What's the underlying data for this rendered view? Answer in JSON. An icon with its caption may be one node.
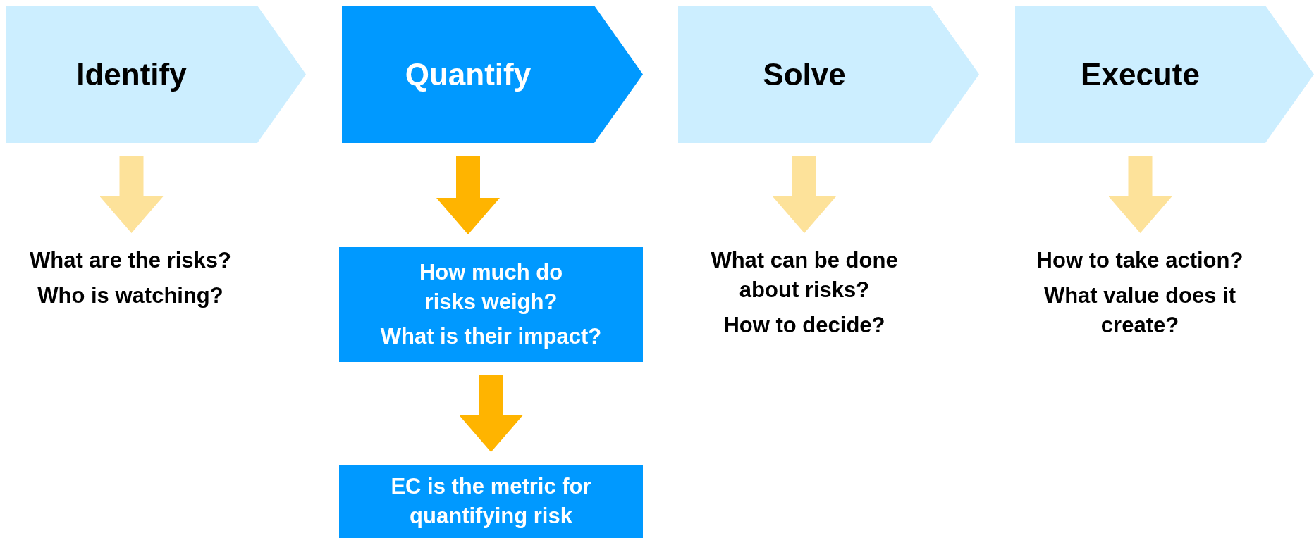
{
  "diagram": {
    "nodes": [
      {
        "text": [
          "Identify"
        ]
      },
      {
        "text": [
          "Quantify"
        ]
      },
      {
        "text": [
          "Solve"
        ]
      },
      {
        "text": [
          "Execute"
        ]
      },
      {
        "text": [
          "What are the risks?",
          "Who is watching?"
        ]
      },
      {
        "text": [
          "How much do risks weigh?",
          "What is their impact?"
        ]
      },
      {
        "text": [
          "What can be done about risks?",
          "How to decide?"
        ]
      },
      {
        "text": [
          "How to take action?",
          "What value does it create?"
        ]
      },
      {
        "text": [
          "EC is the metric for quantifying risk"
        ]
      }
    ],
    "edges": [
      {
        "from": 0,
        "to": 4,
        "arrow": "to"
      },
      {
        "from": 1,
        "to": 5,
        "arrow": "to",
        "color": "#ffb400"
      },
      {
        "from": 5,
        "to": 8,
        "arrow": "to",
        "color": "#ffb400"
      },
      {
        "from": 2,
        "to": 6,
        "arrow": "to"
      },
      {
        "from": 3,
        "to": 7,
        "arrow": "to"
      }
    ]
  }
}
